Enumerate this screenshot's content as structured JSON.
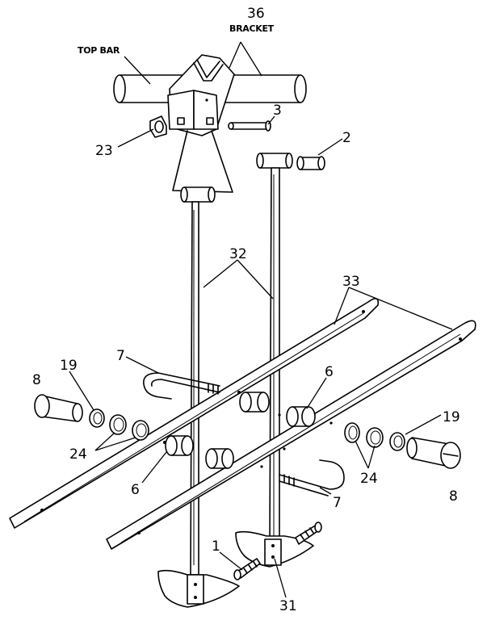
{
  "callouts": {
    "top_bar": "TOP BAR",
    "bracket_number": "36",
    "bracket": "BRACKET",
    "part_3": "3",
    "part_23": "23",
    "part_2": "2",
    "part_32": "32",
    "part_33": "33",
    "part_7_upper": "7",
    "part_7_lower": "7",
    "part_19_left": "19",
    "part_19_right": "19",
    "part_8_left": "8",
    "part_8_right": "8",
    "part_24_left": "24",
    "part_24_right": "24",
    "part_6_left": "6",
    "part_6_right": "6",
    "part_1": "1",
    "part_31": "31"
  }
}
